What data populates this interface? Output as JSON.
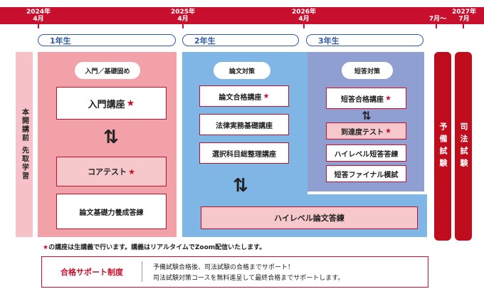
{
  "timeline": {
    "ticks": [
      {
        "year": "2024年",
        "month": "4月"
      },
      {
        "year": "2025年",
        "month": "4月"
      },
      {
        "year": "2026年",
        "month": "4月"
      },
      {
        "year": "2027年",
        "month": "7月"
      }
    ],
    "extra_month": "7月～"
  },
  "years": {
    "year1": "1年生",
    "year2": "2年生",
    "year3": "3年生"
  },
  "pre_enrollment": "本開講前 先取学習",
  "year1_panel": {
    "tag": "入門／基礎固め",
    "course1": "入門講座",
    "course2": "コアテスト",
    "course3": "論文基礎力養成答練"
  },
  "year2_panel": {
    "tag": "論文対策",
    "course1": "論文合格講座",
    "course2": "法律実務基礎講座",
    "course3": "選択科目総整理講座",
    "course4": "ハイレベル論文答練"
  },
  "year3_panel": {
    "tag": "短答対策",
    "course1": "短答合格講座",
    "course2": "到達度テスト",
    "course3": "ハイレベル短答答練",
    "course4": "短答ファイナル模試"
  },
  "exams": {
    "preliminary": "予備試験",
    "bar": "司法試験"
  },
  "star_symbol": "★",
  "footnote": {
    "star": "★",
    "text": "の講座は生講義で行います。講義はリアルタイムでZoom配信いたします。"
  },
  "support": {
    "title": "合格サポート制度",
    "line1": "予備試験合格後、司法試験の合格までサポート！",
    "line2": "司法試験対策コースを無料進呈して最終合格までサポートします。"
  },
  "colors": {
    "red": "#c8102e",
    "pink_panel": "#f2a1a8",
    "blue_panel": "#7fb6e6",
    "purple_panel": "#8f9fd2",
    "light_pink": "#f7c8cb"
  }
}
